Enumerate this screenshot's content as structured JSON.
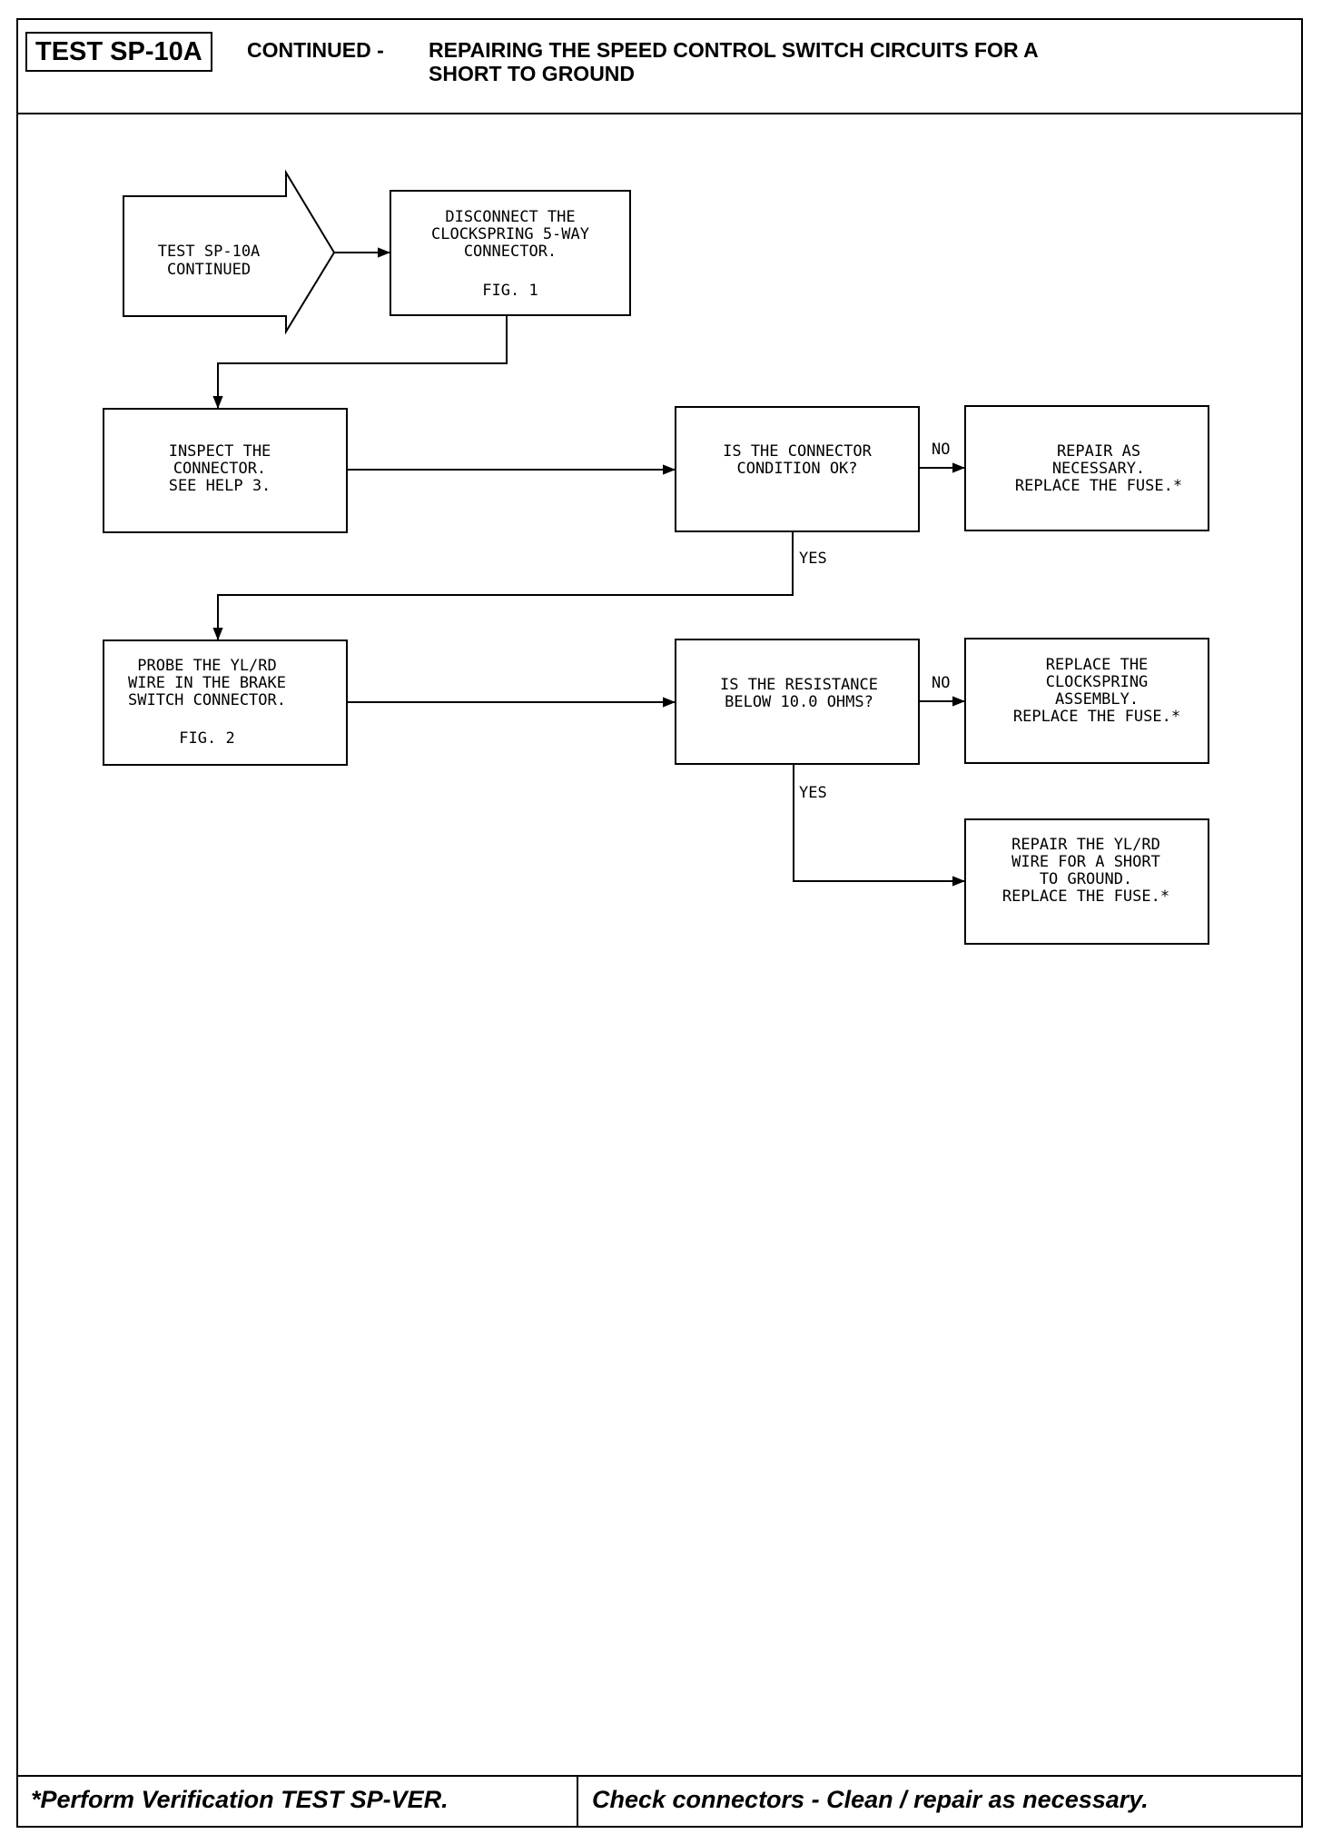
{
  "header": {
    "test_id": "TEST SP-10A",
    "continued": "CONTINUED -",
    "title_line1": "REPAIRING THE SPEED CONTROL SWITCH CIRCUITS FOR A",
    "title_line2": "SHORT TO GROUND"
  },
  "flowchart": {
    "entry": {
      "line1": "TEST SP-10A",
      "line2": "CONTINUED"
    },
    "step_disconnect": {
      "line1": "DISCONNECT THE",
      "line2": "CLOCKSPRING 5-WAY",
      "line3": "CONNECTOR.",
      "fig": "FIG. 1"
    },
    "step_inspect": {
      "line1": "INSPECT THE",
      "line2": "CONNECTOR.",
      "line3": "SEE HELP 3."
    },
    "decision_connector": {
      "line1": "IS THE CONNECTOR",
      "line2": "CONDITION OK?"
    },
    "repair_connector": {
      "line1": "REPAIR AS",
      "line2": "NECESSARY.",
      "line3": "REPLACE THE FUSE.*"
    },
    "step_probe": {
      "line1": "PROBE THE YL/RD",
      "line2": "WIRE IN THE BRAKE",
      "line3": "SWITCH CONNECTOR.",
      "fig": "FIG. 2"
    },
    "decision_resistance": {
      "line1": "IS THE RESISTANCE",
      "line2": "BELOW 10.0 OHMS?"
    },
    "replace_clockspring": {
      "line1": "REPLACE THE",
      "line2": "CLOCKSPRING",
      "line3": "ASSEMBLY.",
      "line4": "REPLACE THE FUSE.*"
    },
    "repair_wire": {
      "line1": "REPAIR THE YL/RD",
      "line2": "WIRE FOR A SHORT",
      "line3": "TO GROUND.",
      "line4": "REPLACE THE FUSE.*"
    },
    "labels": {
      "no": "NO",
      "yes": "YES"
    }
  },
  "footer": {
    "left": "*Perform Verification TEST SP-VER.",
    "right": "Check connectors - Clean / repair as necessary."
  }
}
